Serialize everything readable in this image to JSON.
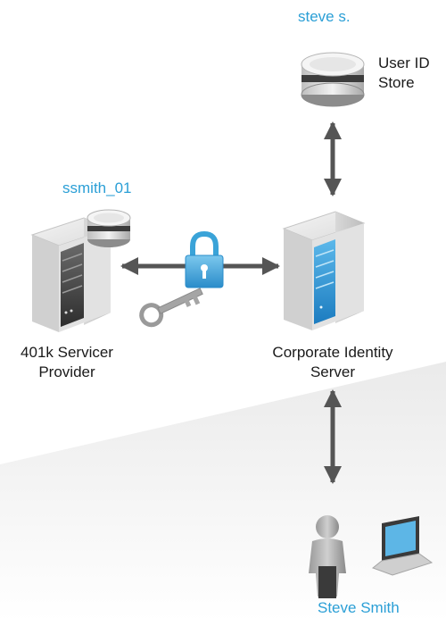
{
  "labels": {
    "top_user": "steve s.",
    "user_store_line1": "User ID",
    "user_store_line2": "Store",
    "provider_user": "ssmith_01",
    "provider_line1": "401k Servicer",
    "provider_line2": "Provider",
    "corporate_line1": "Corporate Identity",
    "corporate_line2": "Server",
    "end_user": "Steve Smith"
  },
  "colors": {
    "accent_blue": "#2b9fd6",
    "arrow_gray": "#555555",
    "server_dark": "#3a3a3a",
    "server_blue": "#2a8fd0",
    "lock_blue": "#3aa3d8"
  },
  "icons": [
    "database-icon",
    "server-icon",
    "lock-icon",
    "key-icon",
    "user-icon",
    "laptop-icon"
  ]
}
